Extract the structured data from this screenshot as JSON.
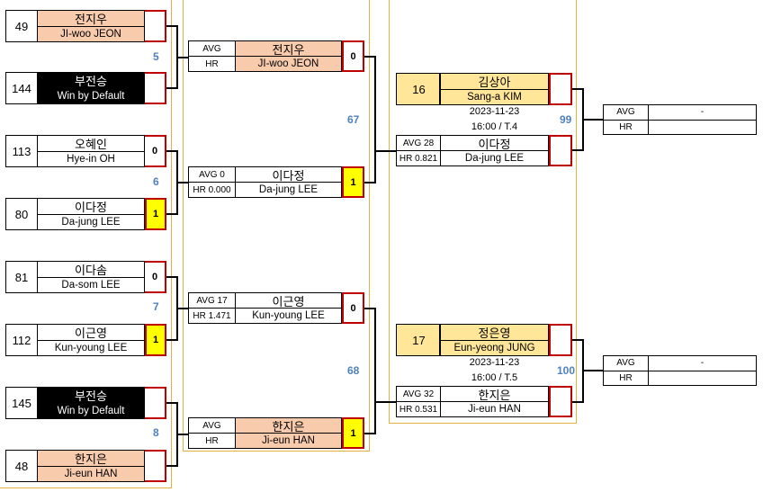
{
  "round1": [
    {
      "seed": "49",
      "ko": "전지우",
      "en": "JI-woo JEON",
      "score": "",
      "style": "peach"
    },
    {
      "seed": "144",
      "ko": "부전승",
      "en": "Win by Default",
      "score": "",
      "style": "black"
    },
    {
      "seed": "113",
      "ko": "오혜인",
      "en": "Hye-in OH",
      "score": "0",
      "style": "white"
    },
    {
      "seed": "80",
      "ko": "이다정",
      "en": "Da-jung LEE",
      "score": "1",
      "style": "white"
    },
    {
      "seed": "81",
      "ko": "이다솜",
      "en": "Da-som LEE",
      "score": "0",
      "style": "white"
    },
    {
      "seed": "112",
      "ko": "이근영",
      "en": "Kun-young LEE",
      "score": "1",
      "style": "white"
    },
    {
      "seed": "145",
      "ko": "부전승",
      "en": "Win by Default",
      "score": "",
      "style": "black"
    },
    {
      "seed": "48",
      "ko": "한지은",
      "en": "Ji-eun HAN",
      "score": "",
      "style": "peach"
    }
  ],
  "round1_match_numbers": [
    "5",
    "6",
    "7",
    "8"
  ],
  "round2": [
    {
      "avg_label": "AVG",
      "hr_label": "HR",
      "ko": "전지우",
      "en": "JI-woo JEON",
      "score": "0"
    },
    {
      "avg_label": "AVG 0",
      "hr_label": "HR 0.000",
      "ko": "이다정",
      "en": "Da-jung LEE",
      "score": "1"
    },
    {
      "avg_label": "AVG 17",
      "hr_label": "HR 1.471",
      "ko": "이근영",
      "en": "Kun-young LEE",
      "score": "0"
    },
    {
      "avg_label": "AVG",
      "hr_label": "HR",
      "ko": "한지은",
      "en": "Ji-eun HAN",
      "score": "1"
    }
  ],
  "round2_match_numbers": [
    "67",
    "68"
  ],
  "round3": [
    {
      "seed": "16",
      "ko": "김상아",
      "en": "Sang-a KIM",
      "date": "2023-11-23",
      "time": "16:00 / T.4",
      "opp_avg": "AVG 28",
      "opp_hr": "HR 0.821",
      "opp_ko": "이다정",
      "opp_en": "Da-jung LEE",
      "match_no": "99"
    },
    {
      "seed": "17",
      "ko": "정은영",
      "en": "Eun-yeong JUNG",
      "date": "2023-11-23",
      "time": "16:00 / T.5",
      "opp_avg": "AVG 32",
      "opp_hr": "HR 0.531",
      "opp_ko": "한지은",
      "opp_en": "Ji-eun HAN",
      "match_no": "100"
    }
  ],
  "results": [
    {
      "avg_label": "AVG",
      "avg_value": "-",
      "hr_label": "HR",
      "hr_value": ""
    },
    {
      "avg_label": "AVG",
      "avg_value": "-",
      "hr_label": "HR",
      "hr_value": ""
    }
  ]
}
